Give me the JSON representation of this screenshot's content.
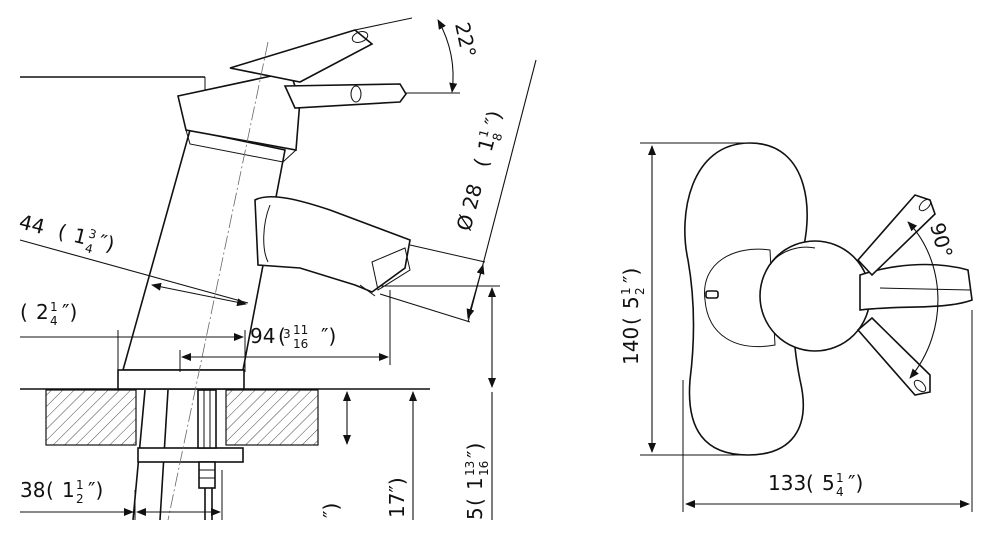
{
  "dimensions": {
    "angle_lever": "22°",
    "angle_rotation": "90°",
    "diameter": "Ø 28",
    "diameter_in": {
      "open": "(",
      "whole": "1",
      "num": "1",
      "den": "8",
      "close": "″)"
    },
    "spout_len": "44",
    "spout_len_in": {
      "open": "(",
      "whole": "1",
      "num": "3",
      "den": "4",
      "close": "″)"
    },
    "setback_in": {
      "open": "(",
      "whole": "2",
      "num": "1",
      "den": "4",
      "close": "″)"
    },
    "reach": "94",
    "reach_in": {
      "open": "(",
      "whole": "3",
      "num": "11",
      "den": "16",
      "close": "″)"
    },
    "shank": "38",
    "shank_in": {
      "open": "(",
      "whole": "1",
      "num": "1",
      "den": "2",
      "close": "″)"
    },
    "partial_height_a": "″)",
    "partial_height_b": "17″)",
    "height_in": {
      "prefix": "5",
      "open": "(",
      "whole": "1",
      "num": "13",
      "den": "16",
      "close": "″)"
    },
    "plate_height": "140",
    "plate_height_in": {
      "open": "(",
      "whole": "5",
      "num": "1",
      "den": "2",
      "close": "″)"
    },
    "plate_width": "133",
    "plate_width_in": {
      "open": "(",
      "whole": "5",
      "num": "1",
      "den": "4",
      "close": "″)"
    }
  }
}
